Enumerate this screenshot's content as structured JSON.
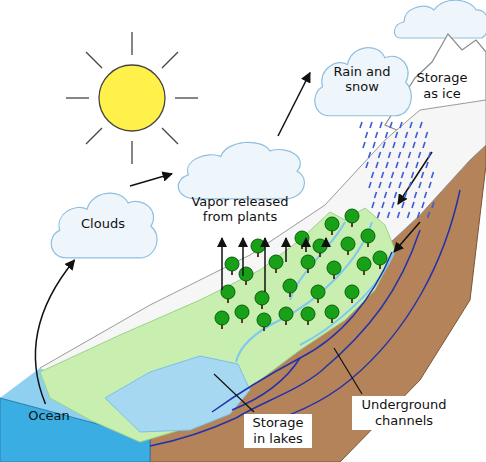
{
  "diagram": {
    "nodes": [
      {
        "text": [
          "Ocean"
        ]
      },
      {
        "text": [
          "Clouds"
        ]
      },
      {
        "text": [
          "Vapor released from plants"
        ]
      },
      {
        "text": [
          "Rain and snow"
        ]
      }
    ],
    "edges": [
      {
        "from": 0,
        "to": 1,
        "arrow": "to"
      },
      {
        "from": 1,
        "to": 2,
        "arrow": "to"
      },
      {
        "from": 2,
        "to": 3,
        "arrow": "to"
      }
    ],
    "labels": [
      "Storage as ice",
      "Storage in lakes",
      "Underground channels"
    ]
  }
}
